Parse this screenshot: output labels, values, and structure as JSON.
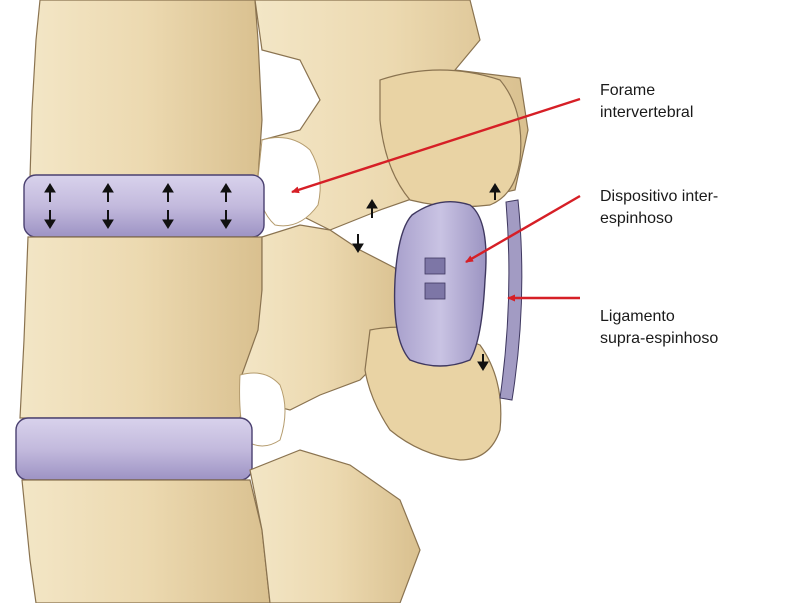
{
  "labels": {
    "forame": "Forame\nintervertebral",
    "dispositivo": "Dispositivo inter-\nespinhoso",
    "ligamento": "Ligamento\nsupra-espinhoso"
  },
  "colors": {
    "bone": "#ecd9b0",
    "bone_shadow": "#c9ad7d",
    "bone_outline": "#8a7350",
    "disc": "#c6bedf",
    "disc_outline": "#4a4070",
    "device": "#b9b2d6",
    "device_outline": "#3f3860",
    "ligament": "#a29bc3",
    "arrow_red": "#d61f26",
    "arrow_black": "#111111",
    "text": "#1a1a1a"
  },
  "icons": {
    "disc_arrows": "double-headed-vertical-arrow",
    "pointer": "red-arrow"
  }
}
